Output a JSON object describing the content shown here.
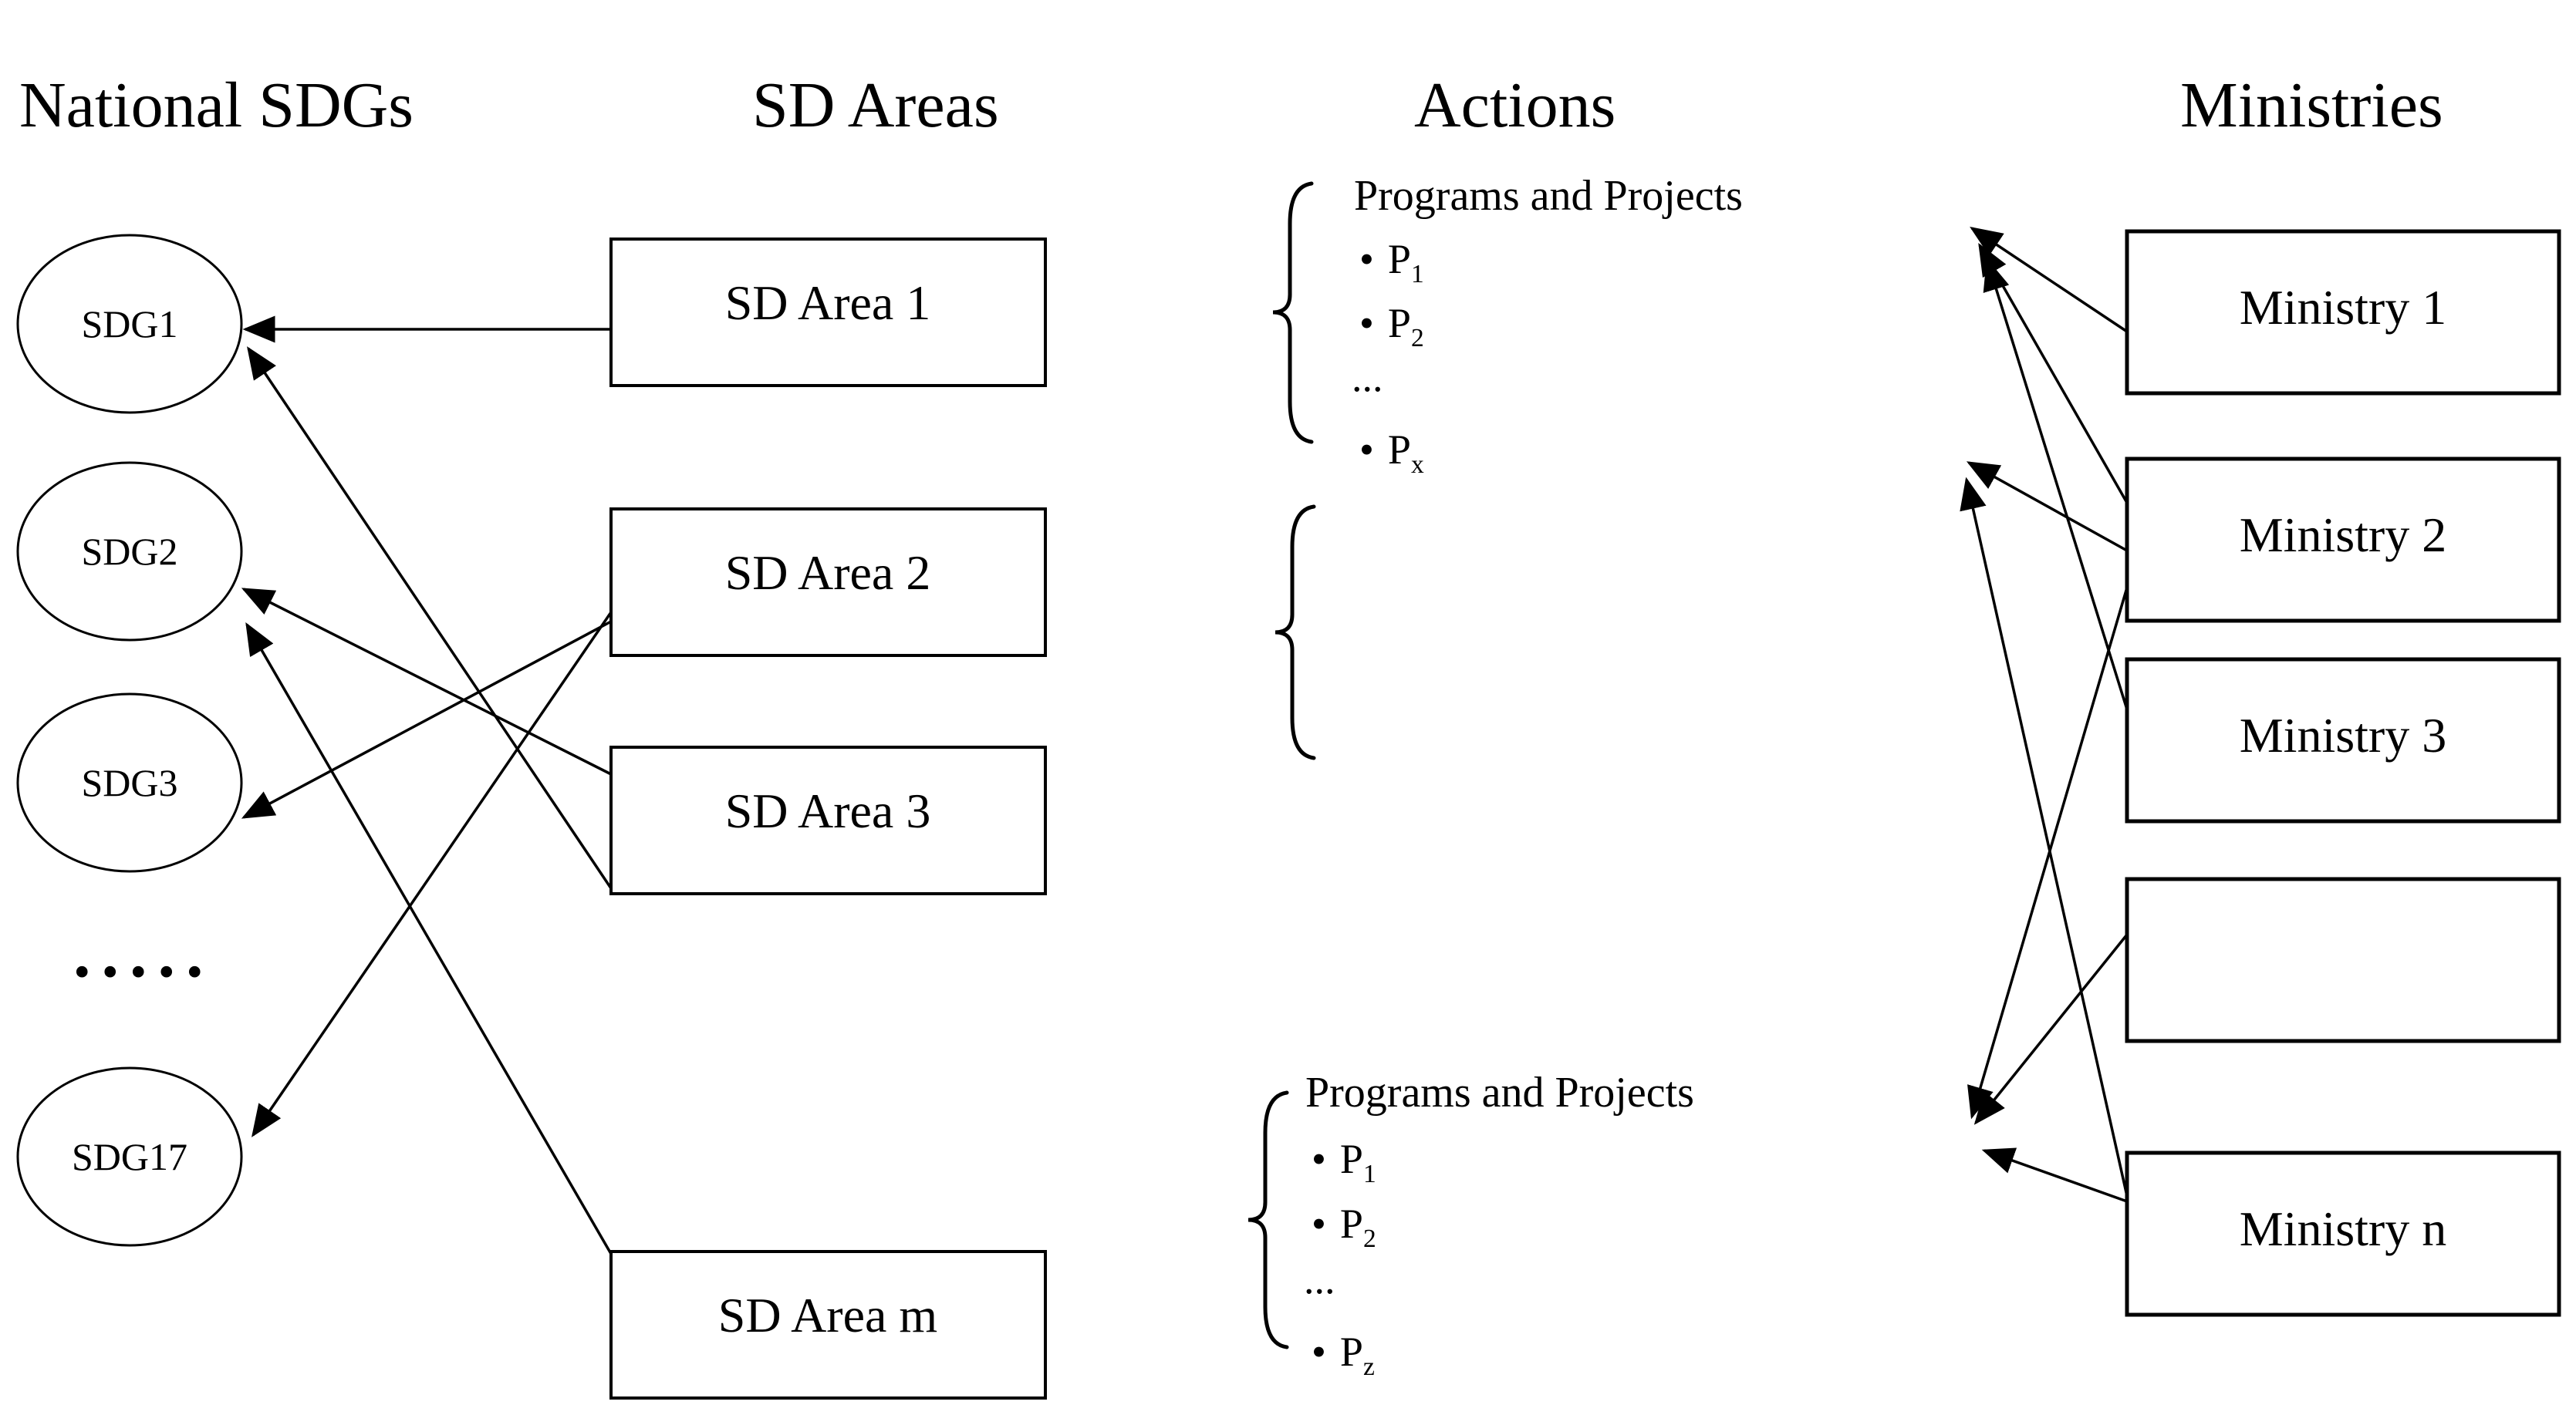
{
  "headers": {
    "national_sdgs": "National SDGs",
    "sd_areas": "SD Areas",
    "actions": "Actions",
    "ministries": "Ministries"
  },
  "sdgs": {
    "nodes": [
      {
        "label": "SDG1"
      },
      {
        "label": "SDG2"
      },
      {
        "label": "SDG3"
      },
      {
        "label": "SDG17"
      }
    ],
    "ellipsis": "....."
  },
  "sd_areas": {
    "boxes": [
      {
        "label": "SD Area 1"
      },
      {
        "label": "SD Area 2"
      },
      {
        "label": "SD Area 3"
      },
      {
        "label": "SD Area m"
      }
    ]
  },
  "ministries": {
    "boxes": [
      {
        "label": "Ministry 1"
      },
      {
        "label": "Ministry 2"
      },
      {
        "label": "Ministry 3"
      },
      {
        "label": ""
      },
      {
        "label": "Ministry n"
      }
    ]
  },
  "actions": {
    "top": {
      "title": "Programs and Projects",
      "items": [
        {
          "bullet": "•",
          "main": "P",
          "sub": "1"
        },
        {
          "bullet": "•",
          "main": "P",
          "sub": "2"
        },
        {
          "bullet": "",
          "main": "...",
          "sub": ""
        },
        {
          "bullet": "•",
          "main": "P",
          "sub": "x"
        }
      ]
    },
    "bottom": {
      "title": "Programs and Projects",
      "items": [
        {
          "bullet": "•",
          "main": "P",
          "sub": "1"
        },
        {
          "bullet": "•",
          "main": "P",
          "sub": "2"
        },
        {
          "bullet": "",
          "main": "...",
          "sub": ""
        },
        {
          "bullet": "•",
          "main": "P",
          "sub": "z"
        }
      ]
    }
  },
  "colors": {
    "ink": "#000000",
    "background": "#ffffff"
  }
}
